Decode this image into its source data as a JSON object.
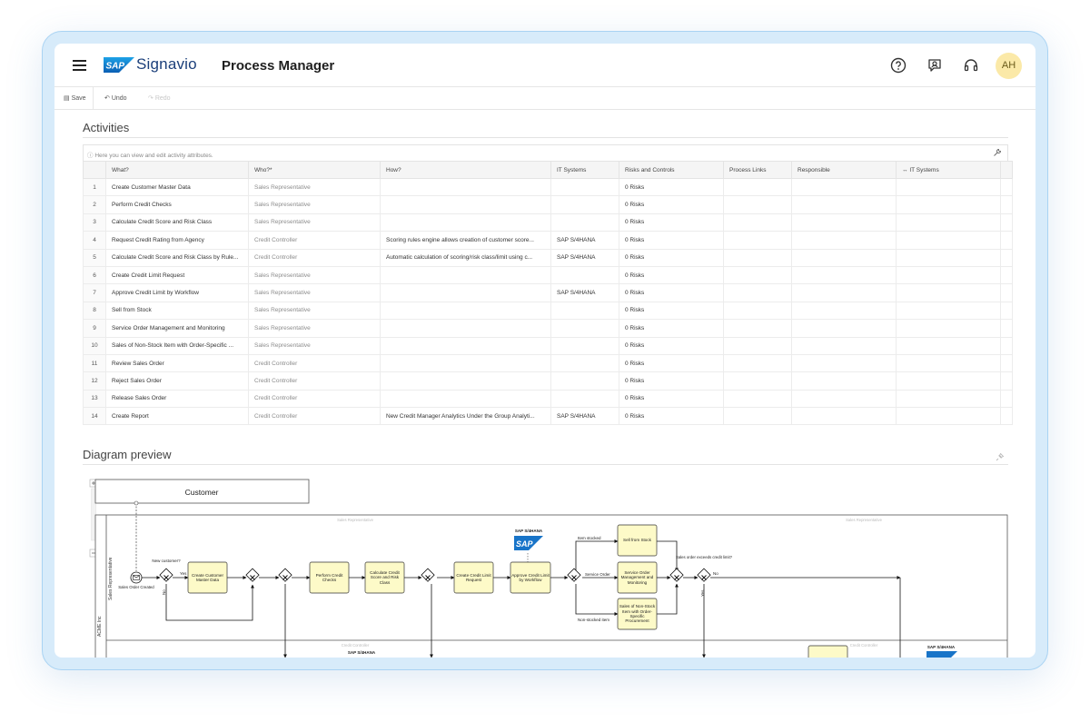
{
  "header": {
    "brand_logo": "SAP",
    "brand_name": "Signavio",
    "app_title": "Process Manager",
    "avatar_initials": "AH"
  },
  "toolbar": {
    "save": "Save",
    "undo": "Undo",
    "redo": "Redo"
  },
  "activities": {
    "title": "Activities",
    "info": "Here you can view and edit activity attributes.",
    "columns": [
      "",
      "What?",
      "Who?*",
      "How?",
      "IT Systems",
      "Risks and Controls",
      "Process Links",
      "Responsible",
      "IT Systems"
    ],
    "rows": [
      [
        "1",
        "Create Customer Master Data",
        "Sales Representative",
        "",
        "",
        "0 Risks"
      ],
      [
        "2",
        "Perform Credit Checks",
        "Sales Representative",
        "",
        "",
        "0 Risks"
      ],
      [
        "3",
        "Calculate Credit Score and Risk Class",
        "Sales Representative",
        "",
        "",
        "0 Risks"
      ],
      [
        "4",
        "Request Credit Rating from Agency",
        "Credit Controller",
        "Scoring rules engine allows creation of customer score...",
        "SAP S/4HANA",
        "0 Risks"
      ],
      [
        "5",
        "Calculate Credit Score and Risk Class by Rule...",
        "Credit Controller",
        "Automatic calculation of scoring/risk class/limit using c...",
        "SAP S/4HANA",
        "0 Risks"
      ],
      [
        "6",
        "Create Credit Limit Request",
        "Sales Representative",
        "",
        "",
        "0 Risks"
      ],
      [
        "7",
        "Approve Credit Limit by Workflow",
        "Sales Representative",
        "",
        "SAP S/4HANA",
        "0 Risks"
      ],
      [
        "8",
        "Sell from Stock",
        "Sales Representative",
        "",
        "",
        "0 Risks"
      ],
      [
        "9",
        "Service Order Management and Monitoring",
        "Sales Representative",
        "",
        "",
        "0 Risks"
      ],
      [
        "10",
        "Sales of Non-Stock Item with Order-Specific ...",
        "Sales Representative",
        "",
        "",
        "0 Risks"
      ],
      [
        "11",
        "Review Sales Order",
        "Credit Controller",
        "",
        "",
        "0 Risks"
      ],
      [
        "12",
        "Reject Sales Order",
        "Credit Controller",
        "",
        "",
        "0 Risks"
      ],
      [
        "13",
        "Release Sales Order",
        "Credit Controller",
        "",
        "",
        "0 Risks"
      ],
      [
        "14",
        "Create Report",
        "Credit Controller",
        "New Credit Manager Analytics Under the Group Analyti...",
        "SAP S/4HANA",
        "0 Risks"
      ]
    ]
  },
  "diagram": {
    "title": "Diagram preview",
    "pool_customer": "Customer",
    "pool_org": "ACME Inc",
    "lane_sales": "Sales Representative",
    "lane_header_left": "Sales Representative",
    "lane_header_right": "Sales Representative",
    "lane2_header_left": "Credit Controller",
    "lane2_header_right": "Credit Controller",
    "start_event": "Sales Order Created",
    "gw_new_customer": "New customer?",
    "yes": "Yes",
    "no": "No",
    "task_create_master": "Create Customer Master Data",
    "task_perform_checks": "Perform Credit Checks",
    "task_calc_score": "Calculate Credit Score and Risk Class",
    "task_create_limit": "Create Credit Limit Request",
    "task_approve": "Approve Credit Limit by Workflow",
    "system_label": "SAP S/4HANA",
    "flow_item_stocked": "Item stocked",
    "flow_service_order": "Service Order",
    "flow_non_stocked": "Non-stocked item",
    "task_sell_stock": "Sell from Stock",
    "task_service_mgmt": "Service Order Management and Monitoring",
    "task_non_stock": "Sales of Non-Stock Item with Order-Specific Procurement",
    "gw_exceeds": "Sales order exceeds credit limit?",
    "sap_badge": "SAP"
  }
}
